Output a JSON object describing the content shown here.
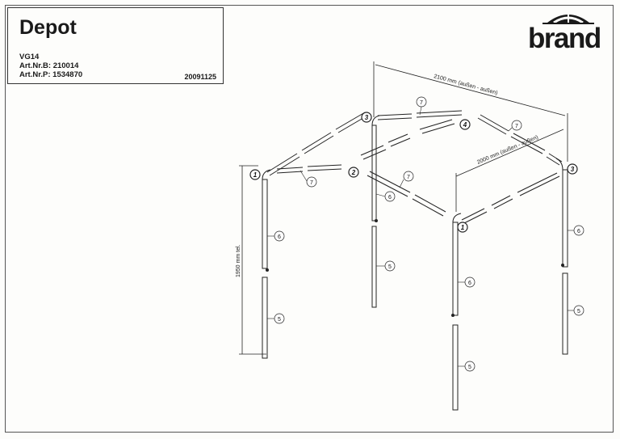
{
  "title_block": {
    "title": "Depot",
    "model": "VG14",
    "art_nr_b": "Art.Nr.B: 210014",
    "art_nr_p": "Art.Nr.P: 1534870",
    "date": "20091125"
  },
  "logo": {
    "text": "brand"
  },
  "dimensions": {
    "width": "2100 mm (außen - außen)",
    "depth": "2000 mm (außen - außen)",
    "height": "1950 mm tel."
  },
  "labels": {
    "connectors": [
      "1",
      "2",
      "3",
      "4",
      "3",
      "1"
    ],
    "parts": [
      "7",
      "7",
      "7",
      "7",
      "6",
      "5",
      "6",
      "5",
      "6",
      "5",
      "6",
      "5"
    ]
  }
}
